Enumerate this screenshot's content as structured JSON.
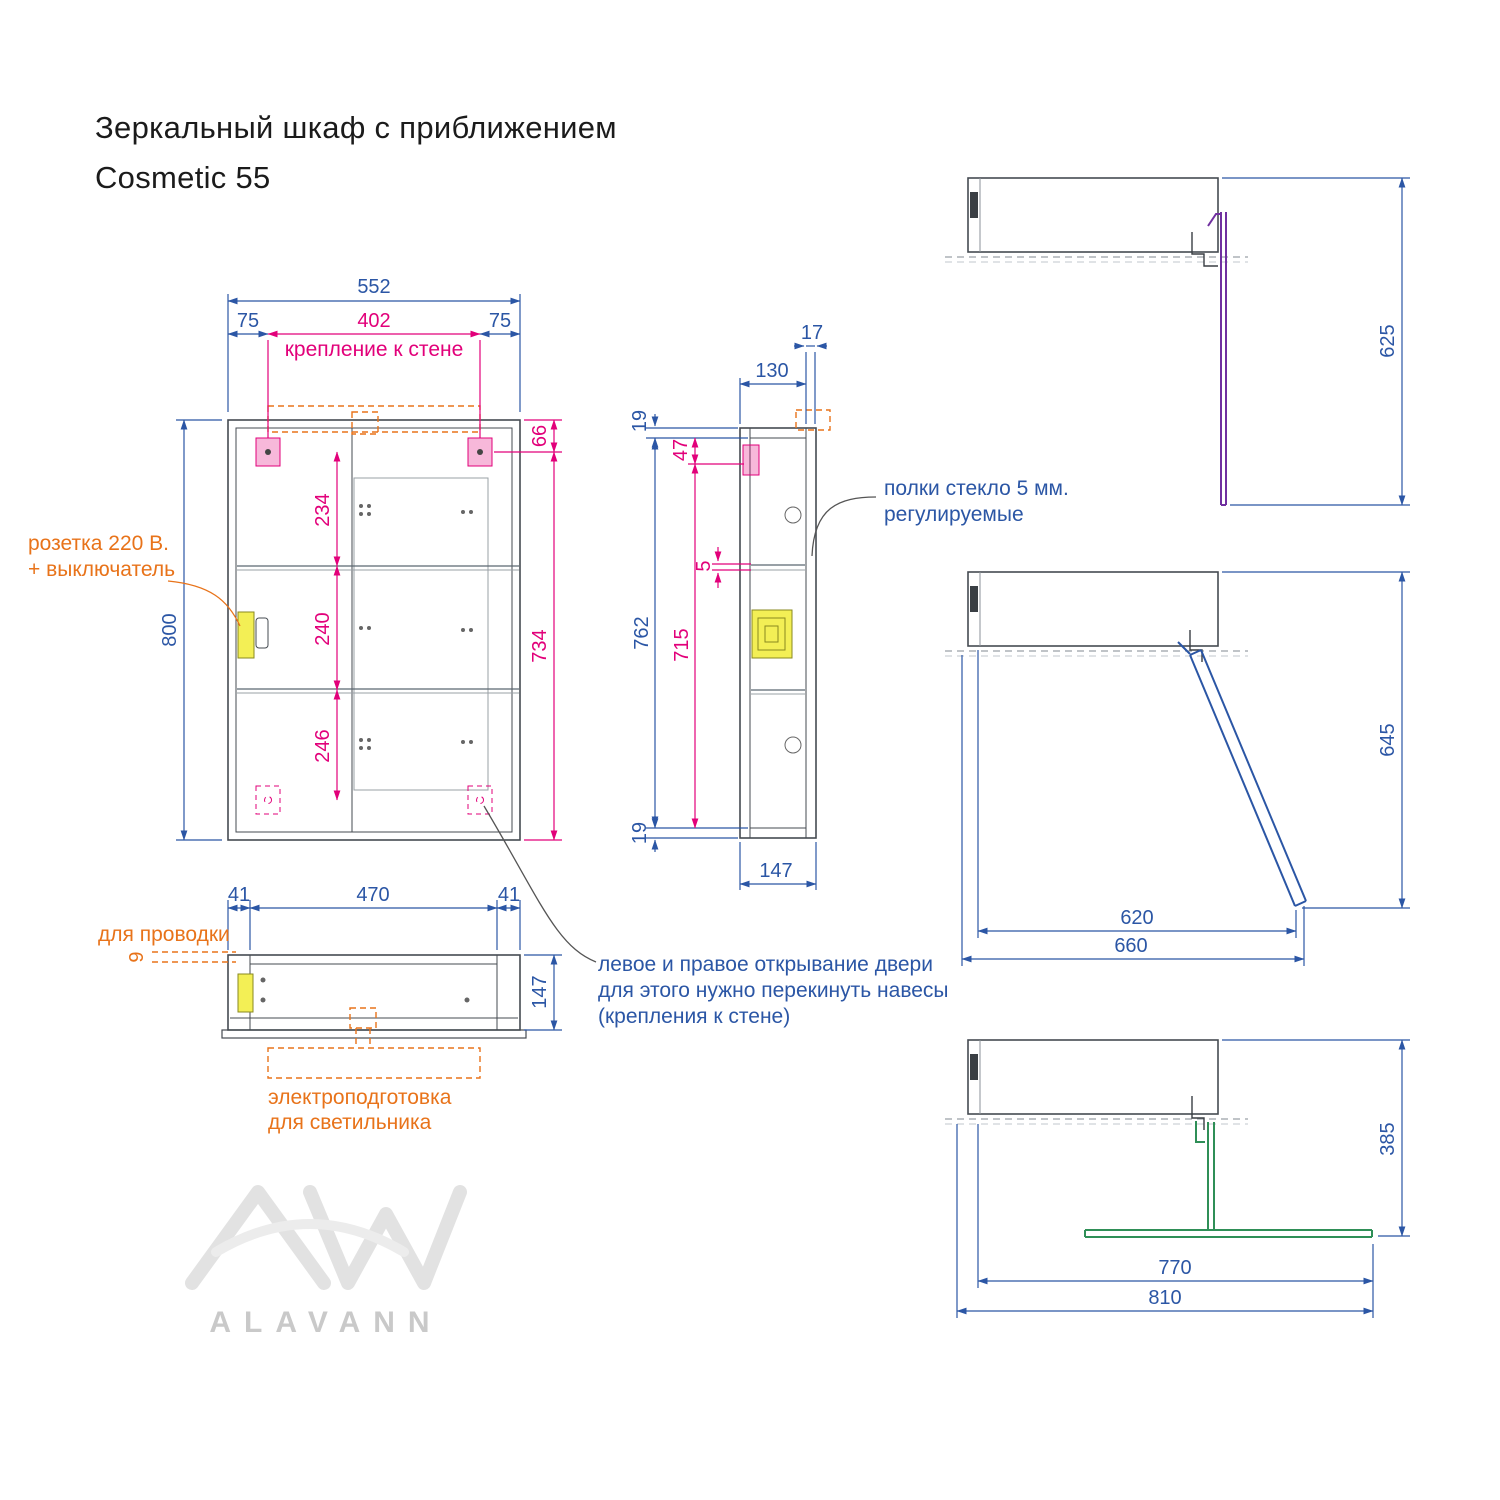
{
  "title": {
    "line1": "Зеркальный шкаф с приближением",
    "line2": "Cosmetic 55"
  },
  "colors": {
    "dimension_blue": "#2b56a5",
    "dimension_magenta": "#e2007a",
    "electric_orange": "#e8731a",
    "socket_yellow": "#f3ef55",
    "door_closed_purple": "#7030a0",
    "door_opening_blue": "#2b56a5",
    "door_open_green": "#2f8f57",
    "outline_gray": "#454b52",
    "watermark_gray": "#d6d6d6"
  },
  "front_view": {
    "dim_width_total": "552",
    "dim_mount_offset_left": "75",
    "dim_mount_span": "402",
    "dim_mount_offset_right": "75",
    "label_wall_mount": "крепление к стене",
    "dim_height_total": "800",
    "dim_top_to_mount": "66",
    "dim_mount_to_bottom": "734",
    "dim_shelf_gap_1": "234",
    "dim_shelf_gap_2": "240",
    "dim_shelf_gap_3": "246",
    "label_socket_line1": "розетка 220 В.",
    "label_socket_line2": "+ выключатель"
  },
  "side_view": {
    "dim_door_thickness": "17",
    "dim_body_depth": "130",
    "dim_top_panel": "19",
    "dim_top_to_shelf": "47",
    "dim_inner_height": "762",
    "dim_shelf_zone": "715",
    "dim_glass_thickness": "5",
    "dim_bottom_panel": "19",
    "dim_depth_total": "147",
    "label_shelves_line1": "полки стекло 5 мм.",
    "label_shelves_line2": "регулируемые"
  },
  "bottom_view": {
    "dim_side_left": "41",
    "dim_inner_width": "470",
    "dim_side_right": "41",
    "dim_depth": "147",
    "dim_wiring_gap": "9",
    "label_wiring": "для проводки",
    "label_electric_line1": "электроподготовка",
    "label_electric_line2": "для светильника"
  },
  "door_diagrams": {
    "closed_height": "625",
    "opening_height": "645",
    "opening_reach_inner": "620",
    "opening_reach_outer": "660",
    "open_height": "385",
    "open_reach_inner": "770",
    "open_reach_outer": "810"
  },
  "note": {
    "line1": "левое и правое открывание двери",
    "line2": "для этого нужно перекинуть навесы",
    "line3": "(крепления к стене)"
  },
  "watermark": {
    "brand": "ALAVANN"
  }
}
